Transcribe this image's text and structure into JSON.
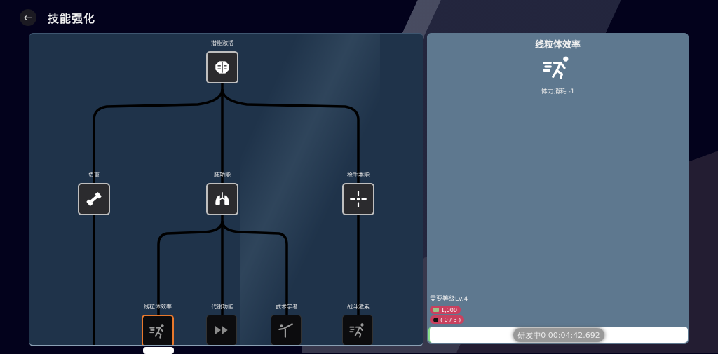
{
  "header": {
    "title": "技能强化",
    "back_icon": "arrow-left-icon"
  },
  "tree": {
    "nodes": [
      {
        "id": "root",
        "label": "潜能激活",
        "icon": "brain-icon",
        "state": "unlocked"
      },
      {
        "id": "load",
        "label": "负重",
        "icon": "dumbbell-icon",
        "state": "unlocked"
      },
      {
        "id": "lung",
        "label": "肺功能",
        "icon": "lungs-icon",
        "state": "unlocked"
      },
      {
        "id": "gunner",
        "label": "枪手本能",
        "icon": "crosshair-icon",
        "state": "unlocked"
      },
      {
        "id": "mito",
        "label": "线粒体效率",
        "icon": "running-icon",
        "state": "selected"
      },
      {
        "id": "metab",
        "label": "代谢功能",
        "icon": "fast-forward-icon",
        "state": "locked"
      },
      {
        "id": "martial",
        "label": "武术学者",
        "icon": "martial-kick-icon",
        "state": "locked"
      },
      {
        "id": "combat",
        "label": "战斗激素",
        "icon": "running-icon",
        "state": "locked"
      }
    ]
  },
  "detail": {
    "title": "线粒体效率",
    "icon": "running-icon",
    "effect": "体力消耗 -1",
    "required_level": "需要等级Lv.4",
    "cost_money": "1,000",
    "cost_item": "( 0 / 3 )",
    "progress_text": "研发中0 00:04:42.692"
  },
  "colors": {
    "background": "#03021c",
    "tree_panel": "#1f334a",
    "detail_panel": "#5e788f",
    "selected_border": "#e8782c",
    "cost_pill": "#c9415f"
  }
}
